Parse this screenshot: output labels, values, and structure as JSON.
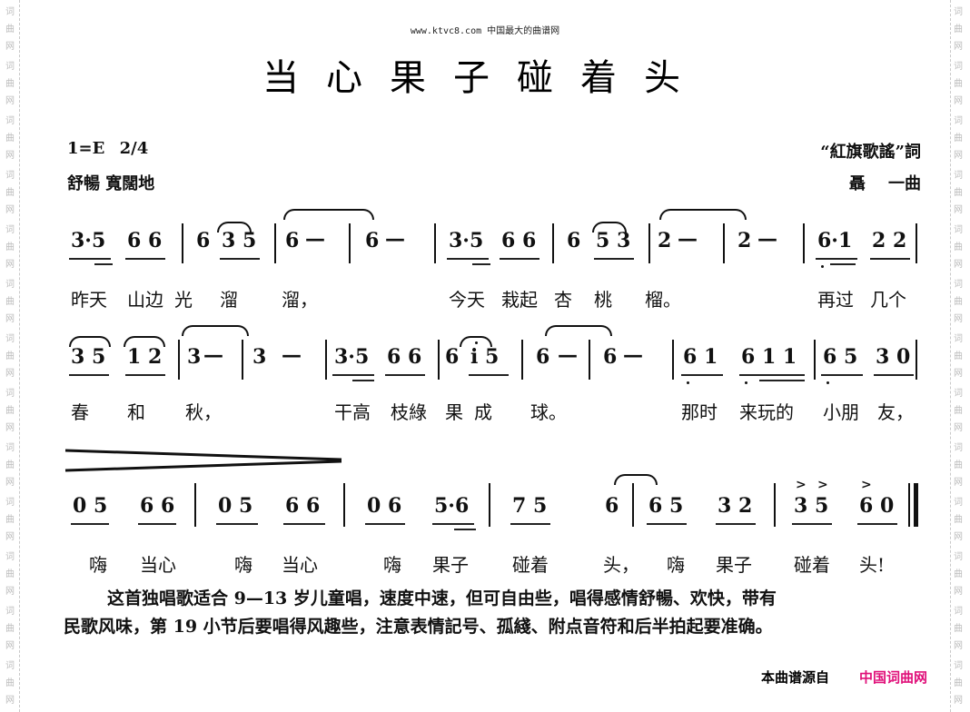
{
  "watermark": {
    "chars": [
      "词",
      "曲",
      "网"
    ]
  },
  "header": {
    "site_line": "www.ktvc8.com 中国最大的曲谱网",
    "title": "当心果子碰着头"
  },
  "meta": {
    "key_signature": "1=E",
    "time_signature": "2/4",
    "tempo_marking": "舒暢  寬闊地",
    "lyricist": "“紅旗歌謠”詞",
    "composer": "聶    一曲"
  },
  "score": {
    "line1": {
      "notes": [
        "3·5",
        "6 6",
        "6",
        "3 5",
        "6",
        "—",
        "6",
        "—",
        "3·5",
        "6 6",
        "6",
        "5 3",
        "2",
        "—",
        "2",
        "—",
        "6·1",
        "2 2"
      ],
      "lyrics": [
        "昨天",
        "山边",
        "光",
        "溜",
        "溜，",
        "今天",
        "栽起",
        "杏",
        "桃",
        "榴。",
        "再过",
        "几个"
      ]
    },
    "line2": {
      "notes": [
        "3 5",
        "1 2",
        "3",
        "—",
        "3",
        "—",
        "3·5",
        "6 6",
        "6",
        "i 5",
        "6",
        "—",
        "6",
        "—",
        "6 1",
        "6 1 1",
        "6 5",
        "3 0"
      ],
      "lyrics": [
        "春",
        "和",
        "秋，",
        "干高",
        "枝綠",
        "果",
        "成",
        "球。",
        "那时",
        "来玩的",
        "小朋",
        "友，"
      ]
    },
    "line3": {
      "notes": [
        "0 5",
        "6 6",
        "0 5",
        "6 6",
        "0 6",
        "5·6",
        "7 5",
        "6",
        "6 5",
        "3 2",
        "3 5",
        "6 0"
      ],
      "accents": [
        ">",
        ">",
        ">"
      ],
      "lyrics": [
        "嗨",
        "当心",
        "嗨",
        "当心",
        "嗨",
        "果子",
        "碰着",
        "头，",
        "嗨",
        "果子",
        "碰着",
        "头!"
      ]
    }
  },
  "performance_note": {
    "line1": "这首独唱歌适合 9—13 岁儿童唱，速度中速，但可自由些，唱得感情舒暢、欢快，带有",
    "line2": "民歌风味，第 19 小节后要唱得风趣些，注意表情記号、孤綫、附点音符和后半拍起要准确。"
  },
  "footer": {
    "source_label": "本曲谱源自",
    "source_site": "中国词曲网",
    "source_color": "#e0107a"
  }
}
